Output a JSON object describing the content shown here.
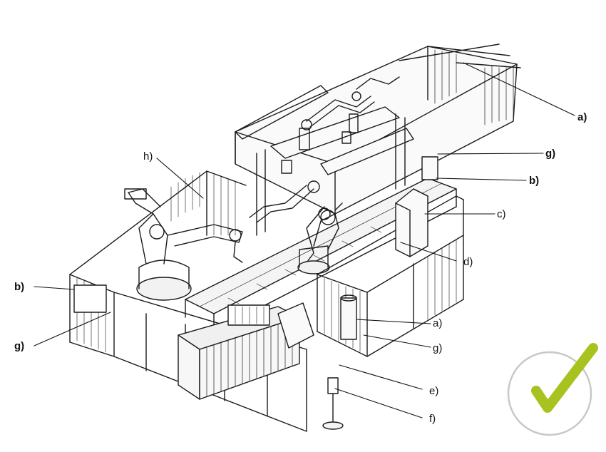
{
  "labels": {
    "a_top": "a)",
    "g_top": "g)",
    "b_top": "b)",
    "c": "c)",
    "d": "d)",
    "h": "h)",
    "b_left": "b)",
    "g_left": "g)",
    "a_mid": "a)",
    "g_mid": "g)",
    "e": "e)",
    "f": "f)"
  },
  "colors": {
    "line": "#1a1a1a",
    "check_mark": "#a8c21f",
    "check_circle": "#c8c8c8"
  },
  "icons": {
    "approval": "check-mark-icon"
  }
}
